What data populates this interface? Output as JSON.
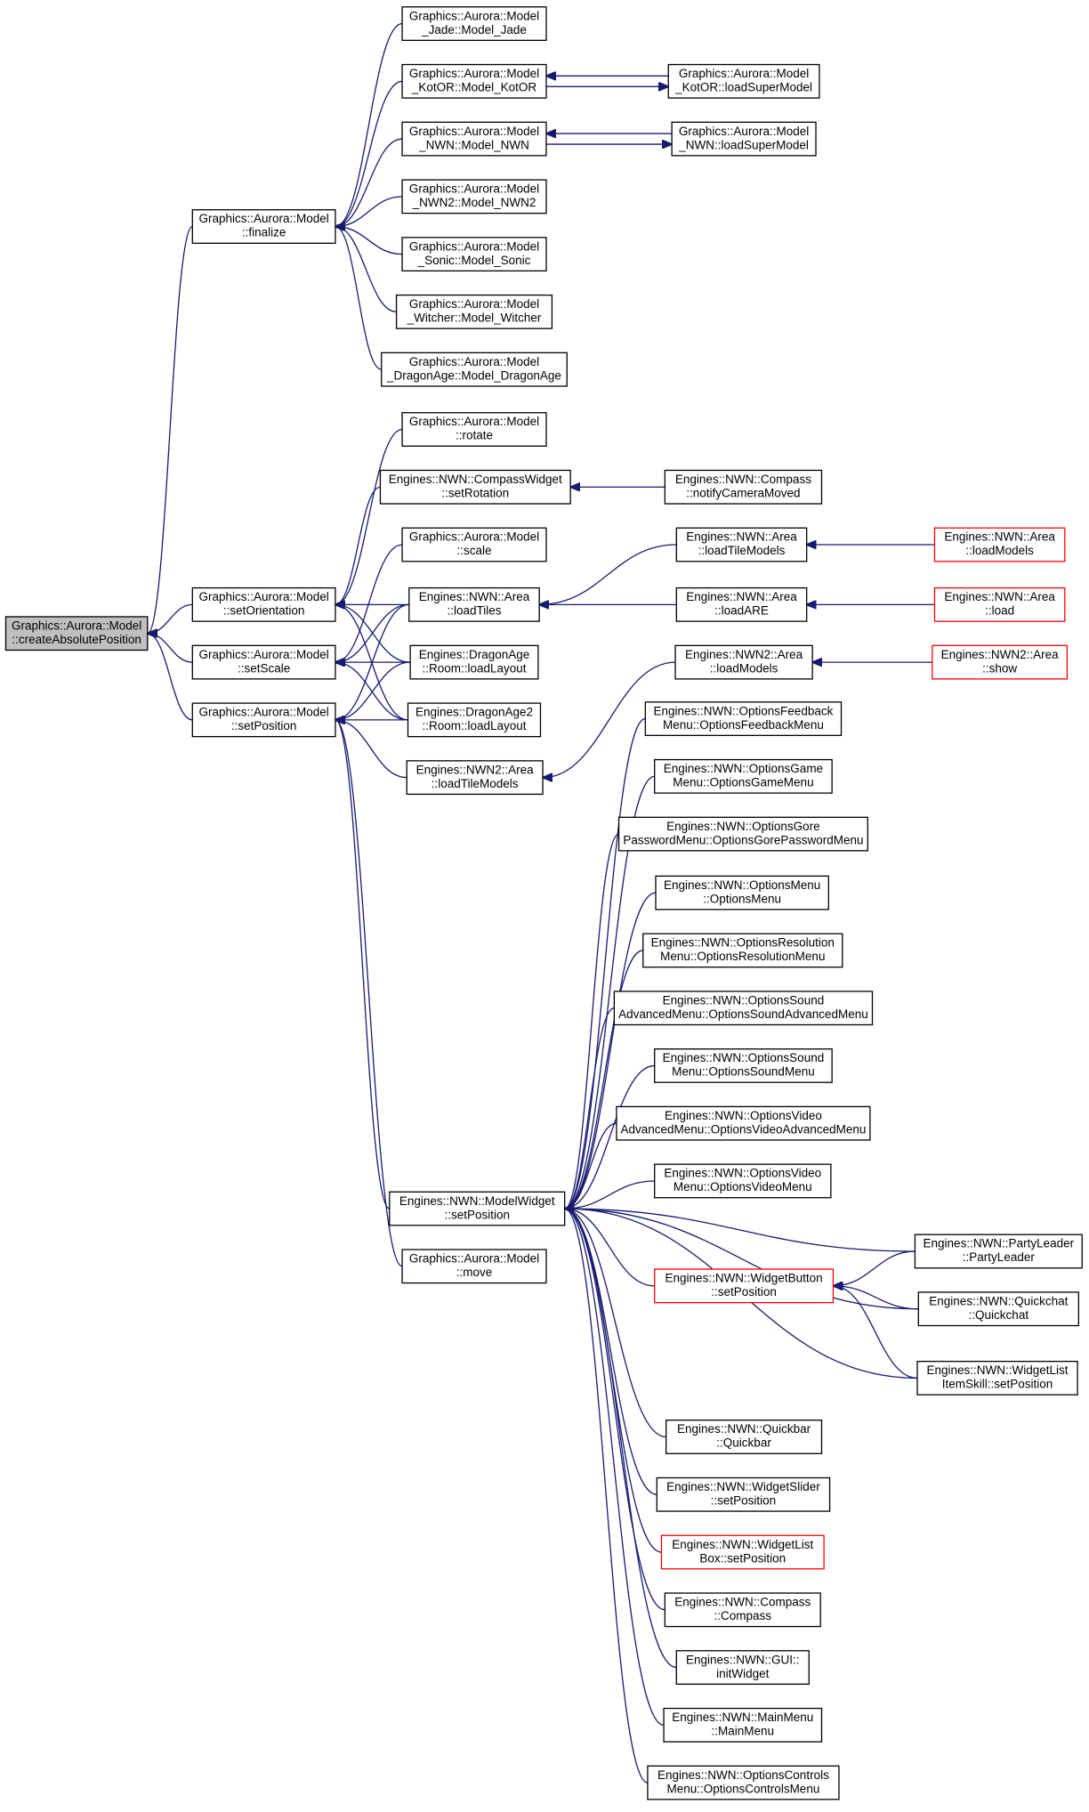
{
  "nodes": [
    {
      "id": "root",
      "lines": [
        "Graphics::Aurora::Model",
        "::createAbsolutePosition"
      ],
      "root": true
    },
    {
      "id": "finalize",
      "lines": [
        "Graphics::Aurora::Model",
        "::finalize"
      ]
    },
    {
      "id": "setOrientation",
      "lines": [
        "Graphics::Aurora::Model",
        "::setOrientation"
      ]
    },
    {
      "id": "setScale",
      "lines": [
        "Graphics::Aurora::Model",
        "::setScale"
      ]
    },
    {
      "id": "setPosition",
      "lines": [
        "Graphics::Aurora::Model",
        "::setPosition"
      ]
    },
    {
      "id": "jade",
      "lines": [
        "Graphics::Aurora::Model",
        "_Jade::Model_Jade"
      ]
    },
    {
      "id": "kotor",
      "lines": [
        "Graphics::Aurora::Model",
        "_KotOR::Model_KotOR"
      ]
    },
    {
      "id": "nwn",
      "lines": [
        "Graphics::Aurora::Model",
        "_NWN::Model_NWN"
      ]
    },
    {
      "id": "nwn2",
      "lines": [
        "Graphics::Aurora::Model",
        "_NWN2::Model_NWN2"
      ]
    },
    {
      "id": "sonic",
      "lines": [
        "Graphics::Aurora::Model",
        "_Sonic::Model_Sonic"
      ]
    },
    {
      "id": "witcher",
      "lines": [
        "Graphics::Aurora::Model",
        "_Witcher::Model_Witcher"
      ]
    },
    {
      "id": "dragonage",
      "lines": [
        "Graphics::Aurora::Model",
        "_DragonAge::Model_DragonAge"
      ]
    },
    {
      "id": "kotorSuper",
      "lines": [
        "Graphics::Aurora::Model",
        "_KotOR::loadSuperModel"
      ]
    },
    {
      "id": "nwnSuper",
      "lines": [
        "Graphics::Aurora::Model",
        "_NWN::loadSuperModel"
      ]
    },
    {
      "id": "rotate",
      "lines": [
        "Graphics::Aurora::Model",
        "::rotate"
      ]
    },
    {
      "id": "compassWidget",
      "lines": [
        "Engines::NWN::CompassWidget",
        "::setRotation"
      ]
    },
    {
      "id": "compassNotify",
      "lines": [
        "Engines::NWN::Compass",
        "::notifyCameraMoved"
      ]
    },
    {
      "id": "scale",
      "lines": [
        "Graphics::Aurora::Model",
        "::scale"
      ]
    },
    {
      "id": "loadTiles",
      "lines": [
        "Engines::NWN::Area",
        "::loadTiles"
      ]
    },
    {
      "id": "daRoom",
      "lines": [
        "Engines::DragonAge",
        "::Room::loadLayout"
      ]
    },
    {
      "id": "da2Room",
      "lines": [
        "Engines::DragonAge2",
        "::Room::loadLayout"
      ]
    },
    {
      "id": "nwn2TileModels",
      "lines": [
        "Engines::NWN2::Area",
        "::loadTileModels"
      ]
    },
    {
      "id": "nwnTileModels",
      "lines": [
        "Engines::NWN::Area",
        "::loadTileModels"
      ]
    },
    {
      "id": "nwnLoadARE",
      "lines": [
        "Engines::NWN::Area",
        "::loadARE"
      ]
    },
    {
      "id": "nwn2LoadModels",
      "lines": [
        "Engines::NWN2::Area",
        "::loadModels"
      ]
    },
    {
      "id": "nwnLoadModels",
      "lines": [
        "Engines::NWN::Area",
        "::loadModels"
      ],
      "trunc": true
    },
    {
      "id": "nwnLoad",
      "lines": [
        "Engines::NWN::Area",
        "::load"
      ],
      "trunc": true
    },
    {
      "id": "nwn2Show",
      "lines": [
        "Engines::NWN2::Area",
        "::show"
      ],
      "trunc": true
    },
    {
      "id": "move",
      "lines": [
        "Graphics::Aurora::Model",
        "::move"
      ]
    },
    {
      "id": "modelWidget",
      "lines": [
        "Engines::NWN::ModelWidget",
        "::setPosition"
      ]
    },
    {
      "id": "optFeedback",
      "lines": [
        "Engines::NWN::OptionsFeedback",
        "Menu::OptionsFeedbackMenu"
      ]
    },
    {
      "id": "optGame",
      "lines": [
        "Engines::NWN::OptionsGame",
        "Menu::OptionsGameMenu"
      ]
    },
    {
      "id": "optGore",
      "lines": [
        "Engines::NWN::OptionsGore",
        "PasswordMenu::OptionsGorePasswordMenu"
      ]
    },
    {
      "id": "optMenu",
      "lines": [
        "Engines::NWN::OptionsMenu",
        "::OptionsMenu"
      ]
    },
    {
      "id": "optRes",
      "lines": [
        "Engines::NWN::OptionsResolution",
        "Menu::OptionsResolutionMenu"
      ]
    },
    {
      "id": "optSoundAdv",
      "lines": [
        "Engines::NWN::OptionsSound",
        "AdvancedMenu::OptionsSoundAdvancedMenu"
      ]
    },
    {
      "id": "optSound",
      "lines": [
        "Engines::NWN::OptionsSound",
        "Menu::OptionsSoundMenu"
      ]
    },
    {
      "id": "optVideoAdv",
      "lines": [
        "Engines::NWN::OptionsVideo",
        "AdvancedMenu::OptionsVideoAdvancedMenu"
      ]
    },
    {
      "id": "optVideo",
      "lines": [
        "Engines::NWN::OptionsVideo",
        "Menu::OptionsVideoMenu"
      ]
    },
    {
      "id": "widgetButton",
      "lines": [
        "Engines::NWN::WidgetButton",
        "::setPosition"
      ],
      "trunc": true
    },
    {
      "id": "quickbar",
      "lines": [
        "Engines::NWN::Quickbar",
        "::Quickbar"
      ]
    },
    {
      "id": "slider",
      "lines": [
        "Engines::NWN::WidgetSlider",
        "::setPosition"
      ]
    },
    {
      "id": "listBox",
      "lines": [
        "Engines::NWN::WidgetList",
        "Box::setPosition"
      ],
      "trunc": true
    },
    {
      "id": "compass",
      "lines": [
        "Engines::NWN::Compass",
        "::Compass"
      ]
    },
    {
      "id": "gui",
      "lines": [
        "Engines::NWN::GUI::",
        "initWidget"
      ]
    },
    {
      "id": "mainMenu",
      "lines": [
        "Engines::NWN::MainMenu",
        "::MainMenu"
      ]
    },
    {
      "id": "optControls",
      "lines": [
        "Engines::NWN::OptionsControls",
        "Menu::OptionsControlsMenu"
      ]
    },
    {
      "id": "partyLeader",
      "lines": [
        "Engines::NWN::PartyLeader",
        "::PartyLeader"
      ]
    },
    {
      "id": "quickchat",
      "lines": [
        "Engines::NWN::Quickchat",
        "::Quickchat"
      ]
    },
    {
      "id": "listItemSkill",
      "lines": [
        "Engines::NWN::WidgetList",
        "ItemSkill::setPosition"
      ]
    }
  ],
  "edges": [
    [
      "root",
      "finalize"
    ],
    [
      "root",
      "setOrientation"
    ],
    [
      "root",
      "setScale"
    ],
    [
      "root",
      "setPosition"
    ],
    [
      "finalize",
      "jade"
    ],
    [
      "finalize",
      "kotor"
    ],
    [
      "finalize",
      "nwn"
    ],
    [
      "finalize",
      "nwn2"
    ],
    [
      "finalize",
      "sonic"
    ],
    [
      "finalize",
      "witcher"
    ],
    [
      "finalize",
      "dragonage"
    ],
    [
      "kotor",
      "kotorSuper"
    ],
    [
      "kotorSuper",
      "kotor"
    ],
    [
      "nwn",
      "nwnSuper"
    ],
    [
      "nwnSuper",
      "nwn"
    ],
    [
      "setOrientation",
      "rotate"
    ],
    [
      "setOrientation",
      "compassWidget"
    ],
    [
      "compassWidget",
      "compassNotify"
    ],
    [
      "setOrientation",
      "loadTiles"
    ],
    [
      "setOrientation",
      "daRoom"
    ],
    [
      "setOrientation",
      "da2Room"
    ],
    [
      "setScale",
      "scale"
    ],
    [
      "setScale",
      "loadTiles"
    ],
    [
      "setScale",
      "daRoom"
    ],
    [
      "setScale",
      "da2Room"
    ],
    [
      "setPosition",
      "loadTiles"
    ],
    [
      "setPosition",
      "daRoom"
    ],
    [
      "setPosition",
      "da2Room"
    ],
    [
      "setPosition",
      "nwn2TileModels"
    ],
    [
      "setPosition",
      "modelWidget"
    ],
    [
      "setPosition",
      "move"
    ],
    [
      "loadTiles",
      "nwnTileModels"
    ],
    [
      "loadTiles",
      "nwnLoadARE"
    ],
    [
      "nwnTileModels",
      "nwnLoadModels"
    ],
    [
      "nwnLoadARE",
      "nwnLoad"
    ],
    [
      "nwn2TileModels",
      "nwn2LoadModels"
    ],
    [
      "nwn2LoadModels",
      "nwn2Show"
    ],
    [
      "modelWidget",
      "optFeedback"
    ],
    [
      "modelWidget",
      "optGame"
    ],
    [
      "modelWidget",
      "optGore"
    ],
    [
      "modelWidget",
      "optMenu"
    ],
    [
      "modelWidget",
      "optRes"
    ],
    [
      "modelWidget",
      "optSoundAdv"
    ],
    [
      "modelWidget",
      "optSound"
    ],
    [
      "modelWidget",
      "optVideoAdv"
    ],
    [
      "modelWidget",
      "optVideo"
    ],
    [
      "modelWidget",
      "partyLeader"
    ],
    [
      "modelWidget",
      "widgetButton"
    ],
    [
      "modelWidget",
      "quickchat"
    ],
    [
      "modelWidget",
      "listItemSkill"
    ],
    [
      "modelWidget",
      "quickbar"
    ],
    [
      "modelWidget",
      "slider"
    ],
    [
      "modelWidget",
      "listBox"
    ],
    [
      "modelWidget",
      "compass"
    ],
    [
      "modelWidget",
      "gui"
    ],
    [
      "modelWidget",
      "mainMenu"
    ],
    [
      "modelWidget",
      "optControls"
    ],
    [
      "widgetButton",
      "partyLeader"
    ],
    [
      "widgetButton",
      "quickchat"
    ],
    [
      "widgetButton",
      "listItemSkill"
    ]
  ]
}
